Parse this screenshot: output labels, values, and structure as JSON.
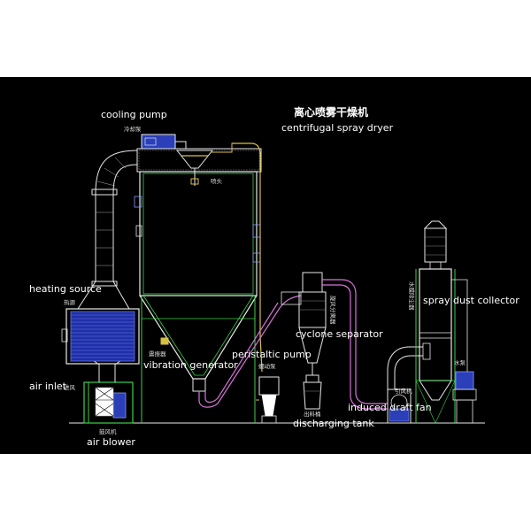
{
  "title": {
    "cn": "离心喷雾干燥机",
    "en": "centrifugal spray dryer"
  },
  "labels": {
    "cooling_pump": {
      "en": "cooling pump",
      "cn": "冷却泵"
    },
    "nozzle": {
      "cn": "喷头"
    },
    "heating_source": {
      "en": "heating source",
      "cn": "热源"
    },
    "air_inlet": {
      "en": "air inlet",
      "cn": "进风"
    },
    "air_blower": {
      "en": "air blower",
      "cn": "鼓风机"
    },
    "vibration_generator": {
      "en": "vibration generator",
      "cn": "震振器"
    },
    "peristaltic_pump": {
      "en": "peristaltic pump",
      "cn": "蠕动泵"
    },
    "cyclone_separator": {
      "en": "cyclone separator",
      "cn": "旋风分离器"
    },
    "discharging_tank": {
      "en": "discharging tank",
      "cn": "出料桶"
    },
    "induced_draft_fan": {
      "en": "induced draft fan",
      "cn": "引风机"
    },
    "spray_dust_collector": {
      "en": "spray dust collector",
      "cn": "水膜除尘器"
    },
    "water_pump": {
      "cn": "水泵"
    }
  },
  "colors": {
    "background": "#000000",
    "outline": "#e8e8e8",
    "frame": "#3bd14a",
    "duct": "#d873d8",
    "hot_fill": "#2233aa",
    "motor": "#2a3fb8",
    "pipe_yellow": "#d8c040"
  }
}
